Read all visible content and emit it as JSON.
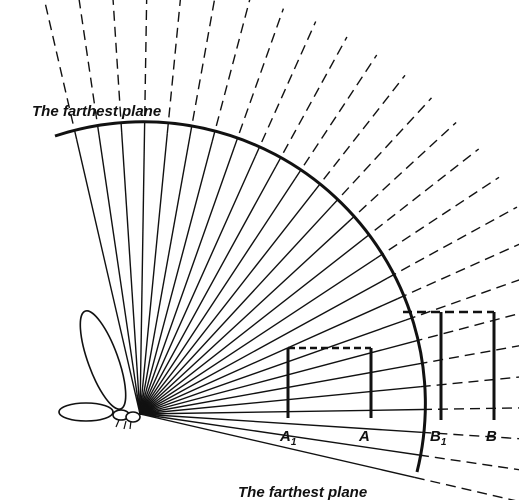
{
  "labels": {
    "farthest_plane_top": "The farthest plane",
    "farthest_plane_bottom": "The farthest plane",
    "A1": "A",
    "A1_sub": "1",
    "A": "A",
    "B1": "B",
    "B1_sub": "1",
    "B": "B"
  },
  "colors": {
    "ink": "#111111",
    "background": "#ffffff"
  },
  "icons": {
    "observer": "insect-icon"
  }
}
